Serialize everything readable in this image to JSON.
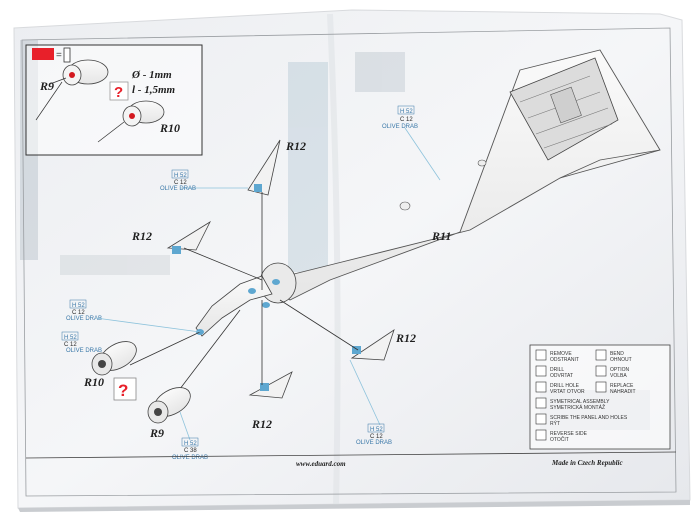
{
  "inset": {
    "dimension_1": "Ø - 1mm",
    "dimension_2": "l - 1,5mm",
    "part_a": "R9",
    "part_b": "R10",
    "question_mark": "?"
  },
  "parts": {
    "r9": "R9",
    "r10": "R10",
    "r11": "R11",
    "r12_top": "R12",
    "r12_left": "R12",
    "r12_right": "R12",
    "r12_bottom": "R12"
  },
  "paint_callouts": [
    {
      "hcode": "H 52",
      "ccode": "C 12",
      "name": "OLIVE DRAB"
    },
    {
      "hcode": "H 52",
      "ccode": "C 12",
      "name": "OLIVE DRAB"
    },
    {
      "hcode": "H 52",
      "ccode": "C 12",
      "name": "OLIVE DRAB"
    },
    {
      "hcode": "H 52",
      "ccode": "C 12",
      "name": "OLIVE DRAB"
    },
    {
      "hcode": "H 52",
      "ccode": "C 38",
      "name": "OLIVE DRAB"
    },
    {
      "hcode": "H 52",
      "ccode": "C 12",
      "name": "OLIVE DRAB"
    }
  ],
  "legend": [
    {
      "en": "REMOVE",
      "cz": "ODSTRANIT"
    },
    {
      "en": "BEND",
      "cz": "OHNOUT"
    },
    {
      "en": "DRILL",
      "cz": "ODVRTAT"
    },
    {
      "en": "OPTION",
      "cz": "VOLBA"
    },
    {
      "en": "DRILL HOLE",
      "cz": "VRTAT OTVOR"
    },
    {
      "en": "REPLACE",
      "cz": "NAHRADIT"
    },
    {
      "en": "SYMETRICAL ASSEMBLY",
      "cz": "SYMETRICKÁ MONTÁŽ"
    },
    {
      "en": "SCRIBE THE PANEL AND HOLES",
      "cz": "RÝT"
    },
    {
      "en": "REVERSE SIDE",
      "cz": "OTOČIT"
    }
  ],
  "footer": {
    "website": "www.eduard.com",
    "made_in": "Made in Czech Republic"
  },
  "question_mark": "?",
  "colors": {
    "paper": "#f2f3f5",
    "line": "#333333",
    "callout_line": "#8ec3dc",
    "paint_text": "#3a78a8",
    "question_red": "#e8202a"
  }
}
